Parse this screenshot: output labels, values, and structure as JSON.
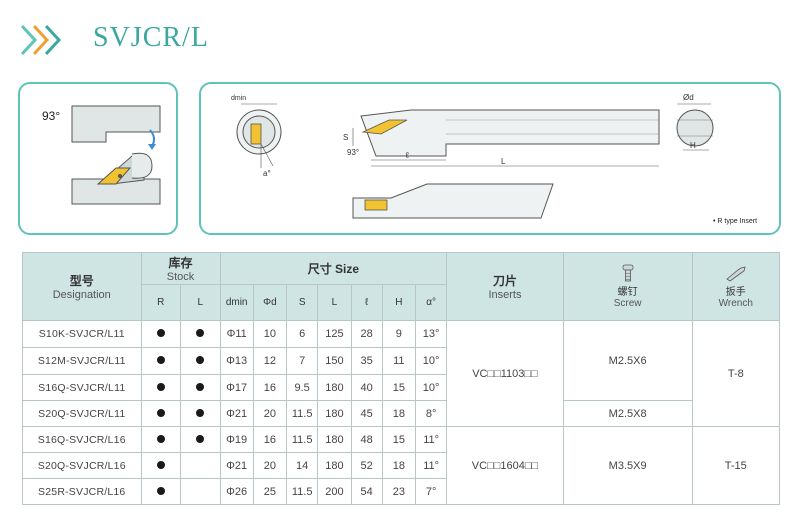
{
  "header": {
    "title": "SVJCR/L",
    "accent": "#3aa8a0"
  },
  "diagram": {
    "angle_label": "93°",
    "dmin_label": "dmin",
    "a_label": "a°",
    "s_label": "S",
    "angle_label2": "93°",
    "l_label": "ℓ",
    "L_label": "L",
    "phid_label": "Ød",
    "H_label": "H",
    "rtype_note": "• R type Insert"
  },
  "table": {
    "headers": {
      "designation_cn": "型号",
      "designation_en": "Designation",
      "stock_cn": "库存",
      "stock_en": "Stock",
      "size_label": "尺寸 Size",
      "inserts_cn": "刀片",
      "inserts_en": "Inserts",
      "screw_cn": "螺钉",
      "screw_en": "Screw",
      "wrench_cn": "扳手",
      "wrench_en": "Wrench"
    },
    "subheaders": [
      "R",
      "L",
      "dmin",
      "Φd",
      "S",
      "L",
      "ℓ",
      "H",
      "α°"
    ],
    "rows": [
      {
        "designation": "S10K-SVJCR/L11",
        "dmin": "Φ11",
        "d": "10",
        "S": "6",
        "L": "125",
        "l": "28",
        "H": "9",
        "a": "13°"
      },
      {
        "designation": "S12M-SVJCR/L11",
        "dmin": "Φ13",
        "d": "12",
        "S": "7",
        "L": "150",
        "l": "35",
        "H": "11",
        "a": "10°"
      },
      {
        "designation": "S16Q-SVJCR/L11",
        "dmin": "Φ17",
        "d": "16",
        "S": "9.5",
        "L": "180",
        "l": "40",
        "H": "15",
        "a": "10°"
      },
      {
        "designation": "S20Q-SVJCR/L11",
        "dmin": "Φ21",
        "d": "20",
        "S": "11.5",
        "L": "180",
        "l": "45",
        "H": "18",
        "a": "8°"
      },
      {
        "designation": "S16Q-SVJCR/L16",
        "dmin": "Φ19",
        "d": "16",
        "S": "11.5",
        "L": "180",
        "l": "48",
        "H": "15",
        "a": "11°"
      },
      {
        "designation": "S20Q-SVJCR/L16",
        "dmin": "Φ21",
        "d": "20",
        "S": "14",
        "L": "180",
        "l": "52",
        "H": "18",
        "a": "11°"
      },
      {
        "designation": "S25R-SVJCR/L16",
        "dmin": "Φ26",
        "d": "25",
        "S": "11.5",
        "L": "200",
        "l": "54",
        "H": "23",
        "a": "7°"
      }
    ],
    "group1": {
      "insert": "VC□□1103□□",
      "screw_a": "M2.5X6",
      "screw_b": "M2.5X8",
      "wrench": "T-8"
    },
    "group2": {
      "insert": "VC□□1604□□",
      "screw": "M3.5X9",
      "wrench": "T-15"
    }
  }
}
